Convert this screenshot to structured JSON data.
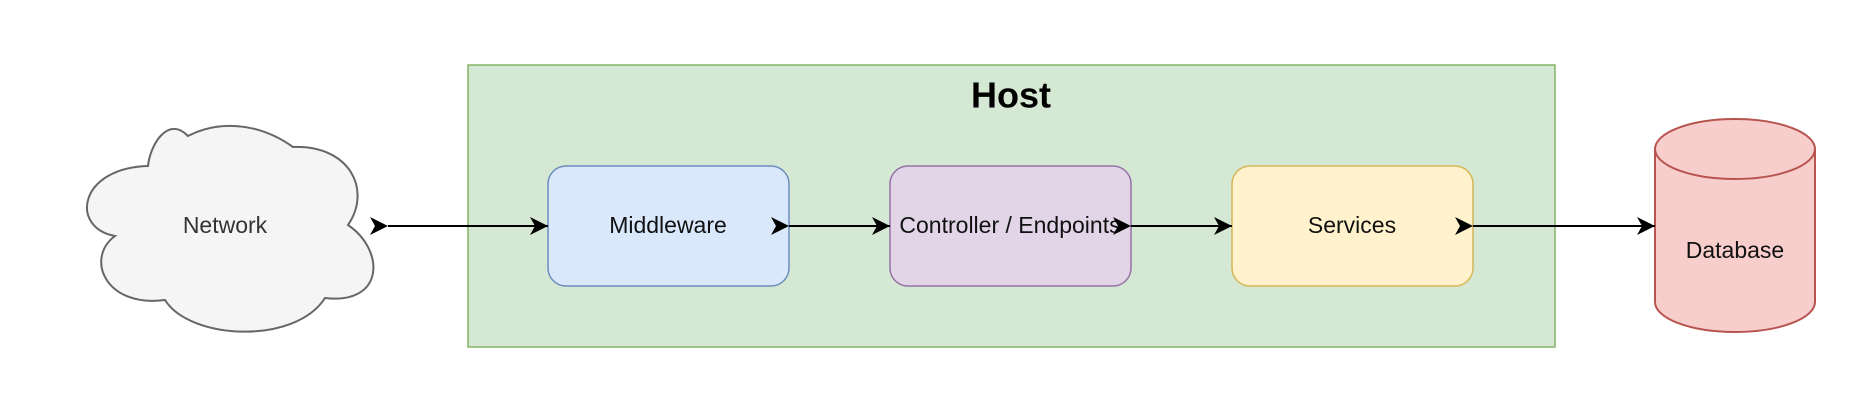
{
  "host": {
    "title": "Host",
    "fill": "#d5e8d4",
    "stroke": "#82b366"
  },
  "network": {
    "label": "Network",
    "fill": "#f5f5f5",
    "stroke": "#666666"
  },
  "components": {
    "middleware": {
      "label": "Middleware",
      "fill": "#dae8fc",
      "stroke": "#6c8ebf"
    },
    "controller": {
      "label": "Controller / Endpoints",
      "fill": "#e1d5e7",
      "stroke": "#9673a6"
    },
    "services": {
      "label": "Services",
      "fill": "#fff2cc",
      "stroke": "#d6b656"
    }
  },
  "database": {
    "label": "Database",
    "fill": "#f8cecc",
    "stroke": "#b85450"
  },
  "connections": [
    {
      "from": "Network",
      "to": "Middleware",
      "direction": "bidirectional"
    },
    {
      "from": "Middleware",
      "to": "Controller / Endpoints",
      "direction": "bidirectional"
    },
    {
      "from": "Controller / Endpoints",
      "to": "Services",
      "direction": "bidirectional"
    },
    {
      "from": "Services",
      "to": "Database",
      "direction": "bidirectional"
    }
  ]
}
